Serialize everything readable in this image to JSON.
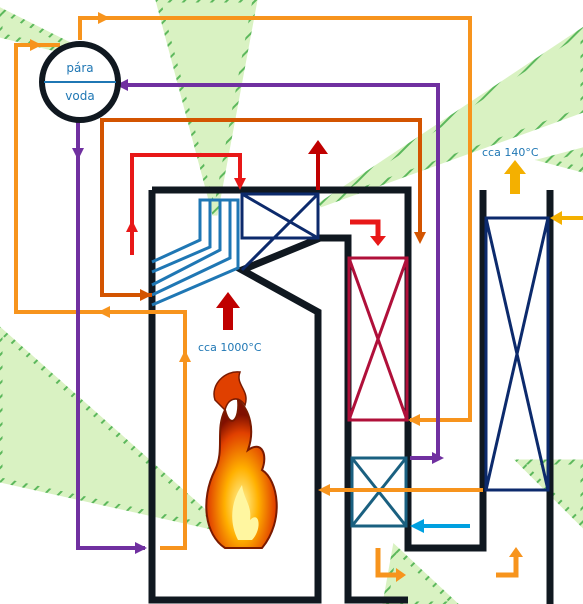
{
  "drum": {
    "top_label": "pára",
    "bottom_label": "voda"
  },
  "annotations": {
    "furnace_temperature": "cca 1000°C",
    "exhaust_temperature": "cca 140°C"
  },
  "colors": {
    "boiler_wall": "#101820",
    "steam": "#e81818",
    "feedwater": "#f7941d",
    "superheated": "#d35400",
    "circulation": "#7030a0",
    "hot_gas": "#c00000",
    "flue_gas": "#f4b000",
    "cold_air": "#00a0e0",
    "preheater": "#0c2a6c",
    "economizer": "#b0103a",
    "airheater": "#1a6080",
    "green_beam": "#d9f2c2",
    "green_beam_edge": "#5cb85c"
  },
  "icons": {
    "flame": "flame-icon",
    "drum": "steam-drum-icon"
  }
}
